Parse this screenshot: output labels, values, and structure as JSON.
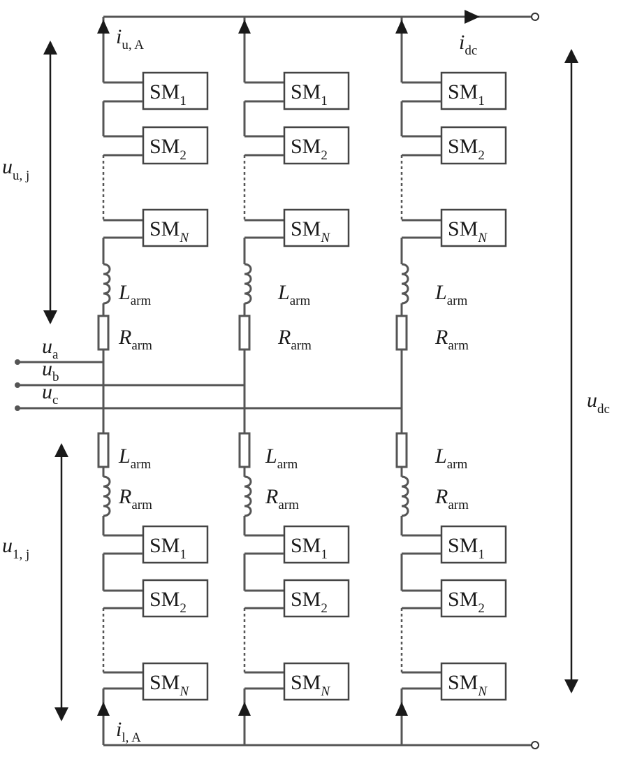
{
  "submodule": {
    "main": "SM",
    "subs": [
      "1",
      "2",
      "N"
    ]
  },
  "labels": {
    "i_upper": {
      "main": "i",
      "sub": "u, A"
    },
    "i_lower": {
      "main": "i",
      "sub": "l, A"
    },
    "i_dc": {
      "main": "i",
      "sub": "dc"
    },
    "u_upper_arm": {
      "main": "u",
      "sub": "u, j"
    },
    "u_lower_arm": {
      "main": "u",
      "sub": "1, j"
    },
    "u_dc": {
      "main": "u",
      "sub": "dc"
    },
    "u_a": {
      "main": "u",
      "sub": "a"
    },
    "u_b": {
      "main": "u",
      "sub": "b"
    },
    "u_c": {
      "main": "u",
      "sub": "c"
    },
    "L_arm": {
      "main": "L",
      "sub": "arm"
    },
    "R_arm": {
      "main": "R",
      "sub": "arm"
    }
  },
  "colors": {
    "wire": "#555555",
    "text": "#1a1a1a"
  }
}
